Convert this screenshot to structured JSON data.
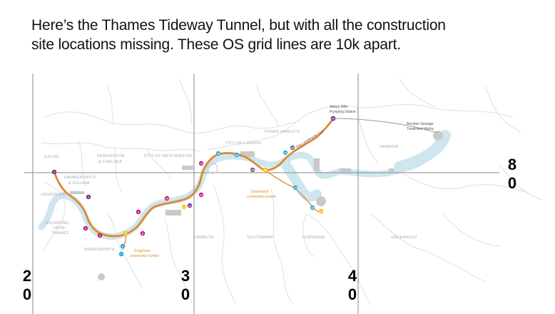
{
  "caption": {
    "line1": "Here’s the Thames Tideway Tunnel, but with all the construction",
    "line2": "site locations missing. These OS grid lines are 10k apart."
  },
  "grid": {
    "eastings": [
      {
        "top": "2",
        "bottom": "0"
      },
      {
        "top": "3",
        "bottom": "0"
      },
      {
        "top": "4",
        "bottom": "0"
      }
    ],
    "northing": {
      "top": "8",
      "bottom": "0"
    }
  },
  "areas": [
    {
      "id": "ealing",
      "label": "EALING"
    },
    {
      "id": "kensington",
      "label": "KENSINGTON"
    },
    {
      "id": "chelsea",
      "label": "& CHELSEA"
    },
    {
      "id": "westminster",
      "label": "CITY OF WESTMINSTER"
    },
    {
      "id": "city",
      "label": "CITY OF LONDON"
    },
    {
      "id": "tower",
      "label": "TOWER HAMLETS"
    },
    {
      "id": "newham",
      "label": "NEWHAM"
    },
    {
      "id": "hammersmith",
      "label": "HAMMERSMITH"
    },
    {
      "id": "fulham",
      "label": "& FULHAM"
    },
    {
      "id": "hounslow",
      "label": "HOUNSLOW"
    },
    {
      "id": "richmond1",
      "label": "RICHMOND"
    },
    {
      "id": "richmond2",
      "label": "UPON"
    },
    {
      "id": "richmond3",
      "label": "THAMES"
    },
    {
      "id": "wandsworth",
      "label": "WANDSWORTH"
    },
    {
      "id": "lambeth",
      "label": "LAMBETH"
    },
    {
      "id": "southwark",
      "label": "SOUTHWARK"
    },
    {
      "id": "lewisham",
      "label": "LEWISHAM"
    },
    {
      "id": "greenwich",
      "label": "GREENWICH"
    }
  ],
  "sites": [
    {
      "id": "abbey1",
      "label": "Abbey Mills"
    },
    {
      "id": "abbey2",
      "label": "Pumping Station"
    },
    {
      "id": "beckton1",
      "label": "Beckton Sewage"
    },
    {
      "id": "beckton2",
      "label": "Treatment Works"
    },
    {
      "id": "limehouse",
      "label": "The Limehouse Cut"
    }
  ],
  "tunnels": [
    {
      "id": "greenwich1",
      "label": "Greenwich"
    },
    {
      "id": "greenwich2",
      "label": "connection tunnel"
    },
    {
      "id": "frogmore1",
      "label": "Frogmore"
    },
    {
      "id": "frogmore2",
      "label": "connection tunnel"
    }
  ],
  "markers": [
    {
      "n": "1"
    },
    {
      "n": "2"
    },
    {
      "n": "3"
    },
    {
      "n": "4"
    },
    {
      "n": "5"
    },
    {
      "n": "6"
    },
    {
      "n": "7"
    },
    {
      "n": "8"
    },
    {
      "n": "9"
    },
    {
      "n": "10"
    },
    {
      "n": "11"
    },
    {
      "n": "12"
    },
    {
      "n": "13"
    },
    {
      "n": "14"
    },
    {
      "n": "15"
    },
    {
      "n": "16"
    },
    {
      "n": "17"
    },
    {
      "n": "18"
    },
    {
      "n": "19"
    },
    {
      "n": "20"
    },
    {
      "n": "21"
    },
    {
      "n": "22"
    },
    {
      "n": "23"
    },
    {
      "n": "24"
    }
  ],
  "colors": {
    "river": "#cfe6ef",
    "tunnel": "#e0892c",
    "gridline": "#8a8a8a",
    "boundary": "#dcdcdc",
    "marker_magenta": "#c8157a",
    "marker_blue": "#2aa5d9",
    "marker_purple": "#7b2a8c",
    "marker_yellow": "#f2c200",
    "marker_grey": "#6b6b6b"
  }
}
